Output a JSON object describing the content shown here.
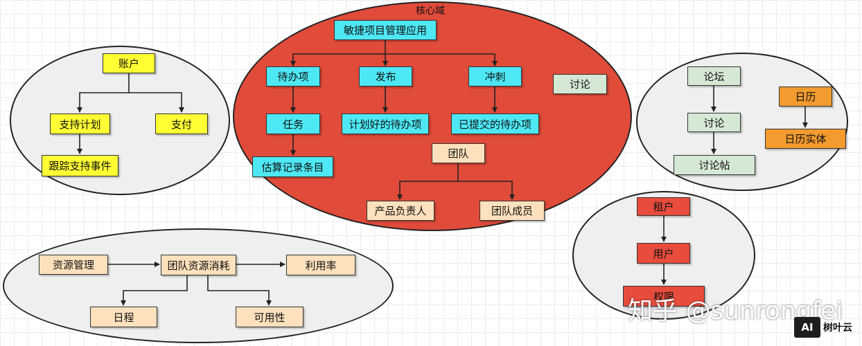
{
  "core": {
    "label": "核心域"
  },
  "nodes": {
    "account": "账户",
    "support_plan": "支持计划",
    "payment": "支付",
    "track_support": "跟踪支持事件",
    "agile_app": "敏捷项目管理应用",
    "backlog": "待办项",
    "release": "发布",
    "sprint": "冲刺",
    "discussion_core": "讨论",
    "task": "任务",
    "planned_backlog": "计划好的待办项",
    "committed_backlog": "已提交的待办项",
    "estimate": "估算记录条目",
    "team": "团队",
    "product_owner": "产品负责人",
    "team_member": "团队成员",
    "forum": "论坛",
    "discussion": "讨论",
    "post": "讨论帖",
    "calendar": "日历",
    "calendar_entry": "日历实体",
    "tenant": "租户",
    "user": "用户",
    "permission": "权限",
    "resource_mgmt": "资源管理",
    "team_resource": "团队资源消耗",
    "utilization": "利用率",
    "schedule": "日程",
    "availability": "可用性"
  },
  "watermark": {
    "zhihu": "知乎 @sunrongfei",
    "logo": "AI",
    "brand": "树叶云"
  },
  "colors": {
    "core_fill": "#e04b3a",
    "subdomain_fill": "#efefef",
    "yellow": "#ffff33",
    "cyan": "#4ee8f5",
    "peach": "#fde0bc",
    "green": "#d5e8d4",
    "orange": "#f39b2e",
    "red": "#e74c3c"
  }
}
